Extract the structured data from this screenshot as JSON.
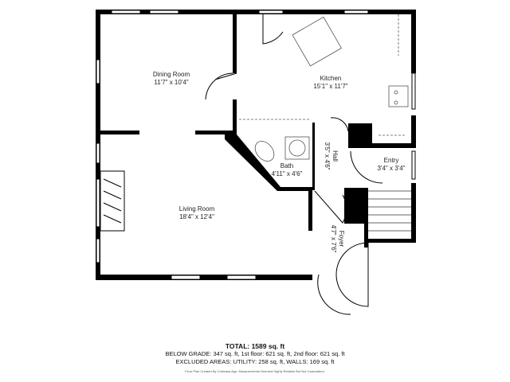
{
  "rooms": {
    "dining": {
      "name": "Dining Room",
      "size": "11'7\" x 10'4\""
    },
    "kitchen": {
      "name": "Kitchen",
      "size": "15'1\" x 11'7\""
    },
    "living": {
      "name": "Living Room",
      "size": "18'4\" x 12'4\""
    },
    "bath": {
      "name": "Bath",
      "size": "4'11\" x 4'6\""
    },
    "hall": {
      "name": "Hall",
      "size": "3'5\" x 4'6\""
    },
    "entry": {
      "name": "Entry",
      "size": "3'4\" x 3'4\""
    },
    "foyer": {
      "name": "Foyer",
      "size": "4'7\" x 7'6\""
    }
  },
  "summary": {
    "total": "TOTAL: 1589 sq. ft",
    "below": "BELOW GRADE: 347 sq. ft, 1st floor: 621 sq. ft, 2nd floor: 621 sq. ft",
    "excluded": "EXCLUDED AREAS: UTILITY: 258 sq. ft, WALLS: 169 sq. ft",
    "credit": "Floor Plan Created By Cubicasa App. Measurements Deemed Highly Reliable But Not Guaranteed."
  },
  "colors": {
    "wall": "#000000",
    "fixture": "#555555"
  }
}
